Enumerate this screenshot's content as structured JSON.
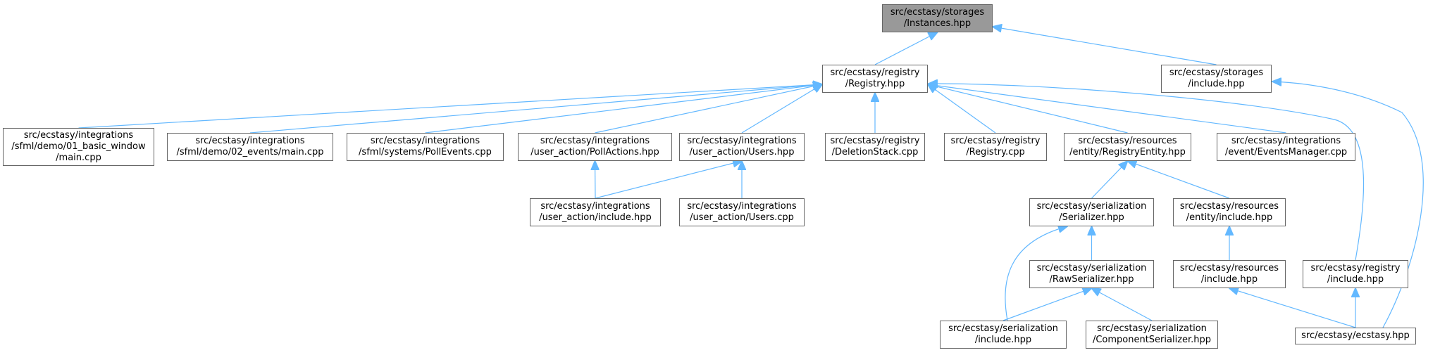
{
  "colors": {
    "edge": "#63b8ff",
    "root_fill": "#999999",
    "node_border": "#666666"
  },
  "nodes": {
    "instances_hpp": {
      "lines": [
        "src/ecstasy/storages",
        "/Instances.hpp"
      ],
      "root": true
    },
    "registry_hpp": {
      "lines": [
        "src/ecstasy/registry",
        "/Registry.hpp"
      ]
    },
    "storages_include": {
      "lines": [
        "src/ecstasy/storages",
        "/include.hpp"
      ]
    },
    "basic_window": {
      "lines": [
        "src/ecstasy/integrations",
        "/sfml/demo/01_basic_window",
        "/main.cpp"
      ]
    },
    "events_main": {
      "lines": [
        "src/ecstasy/integrations",
        "/sfml/demo/02_events/main.cpp"
      ]
    },
    "poll_events": {
      "lines": [
        "src/ecstasy/integrations",
        "/sfml/systems/PollEvents.cpp"
      ]
    },
    "poll_actions": {
      "lines": [
        "src/ecstasy/integrations",
        "/user_action/PollActions.hpp"
      ]
    },
    "users_hpp": {
      "lines": [
        "src/ecstasy/integrations",
        "/user_action/Users.hpp"
      ]
    },
    "deletion_stack": {
      "lines": [
        "src/ecstasy/registry",
        "/DeletionStack.cpp"
      ]
    },
    "registry_cpp": {
      "lines": [
        "src/ecstasy/registry",
        "/Registry.cpp"
      ]
    },
    "registry_entity": {
      "lines": [
        "src/ecstasy/resources",
        "/entity/RegistryEntity.hpp"
      ]
    },
    "events_manager": {
      "lines": [
        "src/ecstasy/integrations",
        "/event/EventsManager.cpp"
      ]
    },
    "user_action_include": {
      "lines": [
        "src/ecstasy/integrations",
        "/user_action/include.hpp"
      ]
    },
    "users_cpp": {
      "lines": [
        "src/ecstasy/integrations",
        "/user_action/Users.cpp"
      ]
    },
    "serializer": {
      "lines": [
        "src/ecstasy/serialization",
        "/Serializer.hpp"
      ]
    },
    "entity_include": {
      "lines": [
        "src/ecstasy/resources",
        "/entity/include.hpp"
      ]
    },
    "raw_serializer": {
      "lines": [
        "src/ecstasy/serialization",
        "/RawSerializer.hpp"
      ]
    },
    "resources_include": {
      "lines": [
        "src/ecstasy/resources",
        "/include.hpp"
      ]
    },
    "registry_include": {
      "lines": [
        "src/ecstasy/registry",
        "/include.hpp"
      ]
    },
    "serialization_include": {
      "lines": [
        "src/ecstasy/serialization",
        "/include.hpp"
      ]
    },
    "component_serializer": {
      "lines": [
        "src/ecstasy/serialization",
        "/ComponentSerializer.hpp"
      ]
    },
    "ecstasy_hpp": {
      "lines": [
        "src/ecstasy/ecstasy.hpp"
      ]
    }
  },
  "edges": [
    [
      "registry_hpp",
      "instances_hpp"
    ],
    [
      "storages_include",
      "instances_hpp"
    ],
    [
      "basic_window",
      "registry_hpp"
    ],
    [
      "events_main",
      "registry_hpp"
    ],
    [
      "poll_events",
      "registry_hpp"
    ],
    [
      "poll_actions",
      "registry_hpp"
    ],
    [
      "users_hpp",
      "registry_hpp"
    ],
    [
      "deletion_stack",
      "registry_hpp"
    ],
    [
      "registry_cpp",
      "registry_hpp"
    ],
    [
      "registry_entity",
      "registry_hpp"
    ],
    [
      "events_manager",
      "registry_hpp"
    ],
    [
      "registry_include",
      "registry_hpp"
    ],
    [
      "ecstasy_hpp",
      "storages_include"
    ],
    [
      "user_action_include",
      "poll_actions"
    ],
    [
      "user_action_include",
      "users_hpp"
    ],
    [
      "users_cpp",
      "users_hpp"
    ],
    [
      "serializer",
      "registry_entity"
    ],
    [
      "entity_include",
      "registry_entity"
    ],
    [
      "raw_serializer",
      "serializer"
    ],
    [
      "serialization_include",
      "serializer"
    ],
    [
      "resources_include",
      "entity_include"
    ],
    [
      "serialization_include",
      "raw_serializer"
    ],
    [
      "component_serializer",
      "raw_serializer"
    ],
    [
      "ecstasy_hpp",
      "resources_include"
    ],
    [
      "ecstasy_hpp",
      "registry_include"
    ]
  ]
}
